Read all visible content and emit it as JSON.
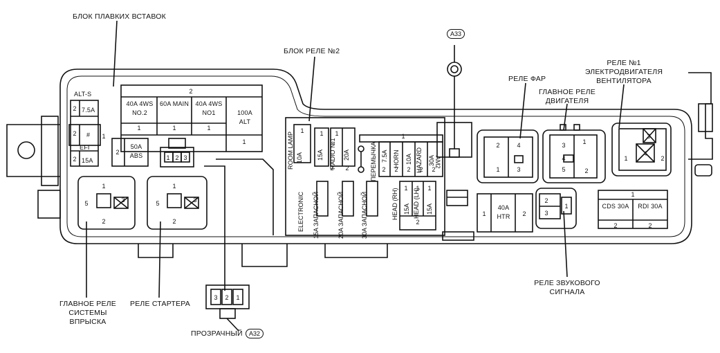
{
  "labels": {
    "fuse_block": "БЛОК ПЛАВКИХ ВСТАВОК",
    "relay_block_2": "БЛОК РЕЛЕ №2",
    "headlight_relay": "РЕЛЕ ФАР",
    "main_engine_relay": "ГЛАВНОЕ РЕЛЕ ДВИГАТЕЛЯ",
    "fan_relay": "РЕЛЕ №1 ЭЛЕКТРОДВИГАТЕЛЯ ВЕНТИЛЯТОРА",
    "horn_relay": "РЕЛЕ ЗВУКОВОГО СИГНАЛА",
    "injection_relay": "ГЛАВНОЕ РЕЛЕ СИСТЕМЫ ВПРЫСКА",
    "starter_relay": "РЕЛЕ СТАРТЕРА",
    "transparent": "ПРОЗРАЧНЫЙ",
    "connector_a32": "A32",
    "connector_a33": "A33"
  },
  "fuses": {
    "alt_s": "ALT-S",
    "alt_s_amp": "7.5A",
    "hash": "#",
    "efi": "EFI",
    "efi_amp": "15A",
    "abs": "50A ABS",
    "row2": "2",
    "f4ws2": "40A 4WS No.2",
    "main": "60A MAIN",
    "f4ws1": "40A 4WS No1",
    "alt": "100A ALT",
    "htr": "40A HTR",
    "cds": "CDS 30A",
    "rdi": "RDI 30A"
  },
  "vertical": {
    "room_lamp": "ROOM LAMP",
    "electronic": "ELECTRONIC",
    "radio": "RADIO №1",
    "jumper": "ПЕРЕМЫЧКА",
    "horn": "HORN",
    "hazard": "HAZARD",
    "am2": "AM2",
    "head_lh": "HEAD (LH)",
    "head_rh": "HEAD (RH)",
    "spare15": "15A ЗАПАСНОЙ",
    "spare20": "20A ЗАПАСНОЙ",
    "spare30": "30A ЗАПАСНОЙ",
    "a10": "10A",
    "a15": "15A",
    "a20": "20A",
    "a75": "7.5A",
    "a30": "30A"
  },
  "colors": {
    "line": "#111111",
    "background": "#ffffff"
  }
}
